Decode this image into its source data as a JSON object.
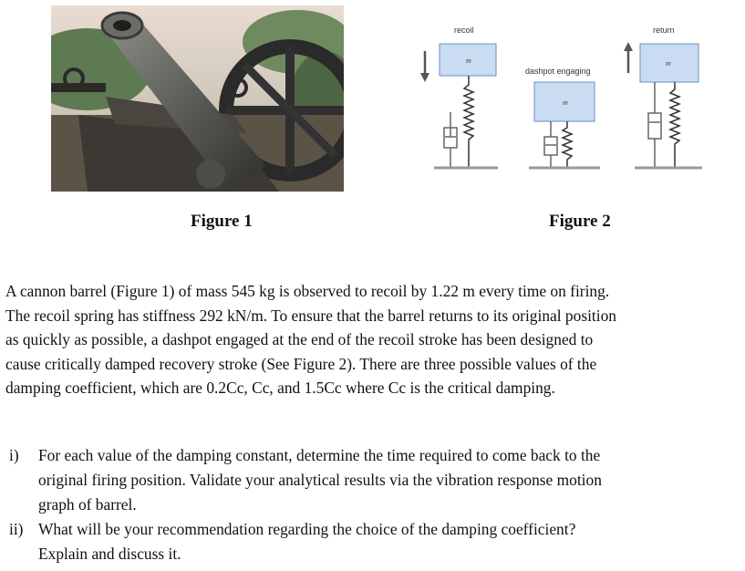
{
  "figure1": {
    "caption": "Figure 1"
  },
  "figure2": {
    "caption": "Figure 2",
    "labels": {
      "recoil": "recoil",
      "dashpot_engaging": "dashpot engaging",
      "return": "return",
      "mass": "m"
    },
    "colors": {
      "mass_fill": "#c9dcf2",
      "mass_stroke": "#6a8fbf",
      "arrow": "#555555",
      "ground": "#9a9a9a"
    }
  },
  "problem": {
    "lines": [
      "A cannon barrel (Figure 1) of mass 545 kg is observed to recoil by 1.22 m every time on firing.",
      "The recoil spring has stiffness 292 kN/m. To ensure that the barrel returns to its original position",
      "as quickly as possible, a dashpot engaged at the end of the recoil stroke has been designed to",
      "cause critically damped recovery stroke (See Figure 2). There are three possible values of the",
      "damping coefficient, which are 0.2Cc, Cc, and 1.5Cc where Cc is the critical damping."
    ]
  },
  "questions": [
    {
      "number": "i)",
      "lines": [
        "For each value of the damping constant, determine the time required to come back to the",
        "original firing position. Validate your analytical results via the vibration response motion",
        "graph of barrel."
      ]
    },
    {
      "number": "ii)",
      "lines": [
        "What will be your recommendation regarding the choice of the damping coefficient?",
        "Explain and discuss it."
      ]
    }
  ]
}
